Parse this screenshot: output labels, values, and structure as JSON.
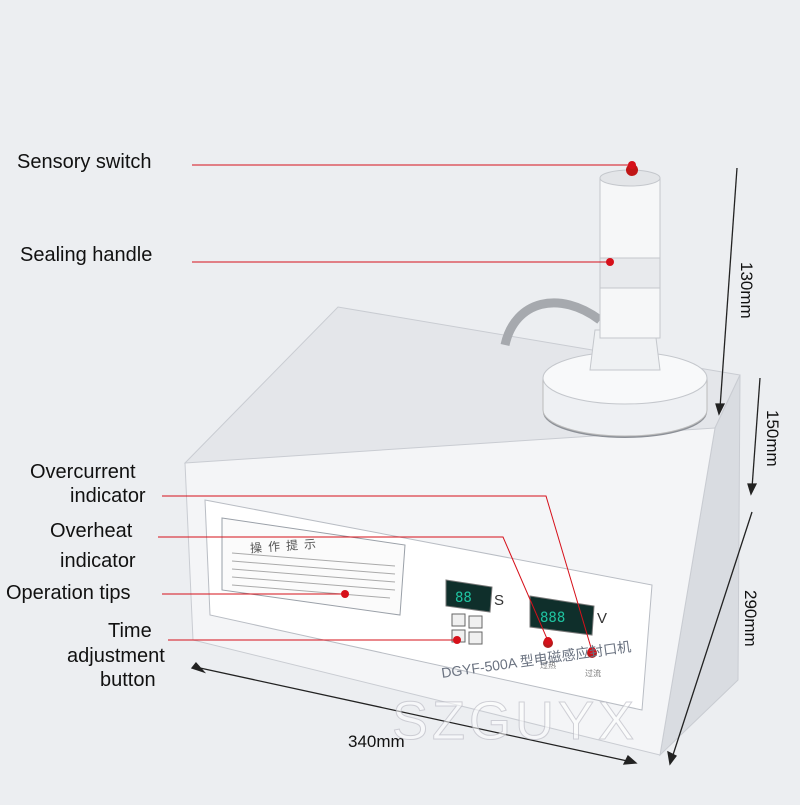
{
  "callouts": {
    "sensory_switch": "Sensory switch",
    "sealing_handle": "Sealing handle",
    "overcurrent_line1": "Overcurrent",
    "overcurrent_line2": "indicator",
    "overheat_line1": "Overheat",
    "overheat_line2": "indicator",
    "operation_tips": "Operation tips",
    "time_line1": "Time",
    "time_line2": "adjustment",
    "time_line3": "button"
  },
  "dimensions": {
    "height_handle": "130mm",
    "height_box": "150mm",
    "depth": "290mm",
    "width": "340mm"
  },
  "device": {
    "model": "DGYF-500A 型电磁感应封口机",
    "panel_title": "操作提示",
    "timer_unit": "S",
    "voltage_unit": "V",
    "indicator_left": "过热",
    "indicator_right": "过流"
  },
  "watermark": "SZGUYX",
  "colors": {
    "background": "#eceef1",
    "box_front": "#f3f4f6",
    "box_top": "#e6e8ec",
    "callout_red": "#d6101a",
    "display": "#1fc3a0"
  }
}
